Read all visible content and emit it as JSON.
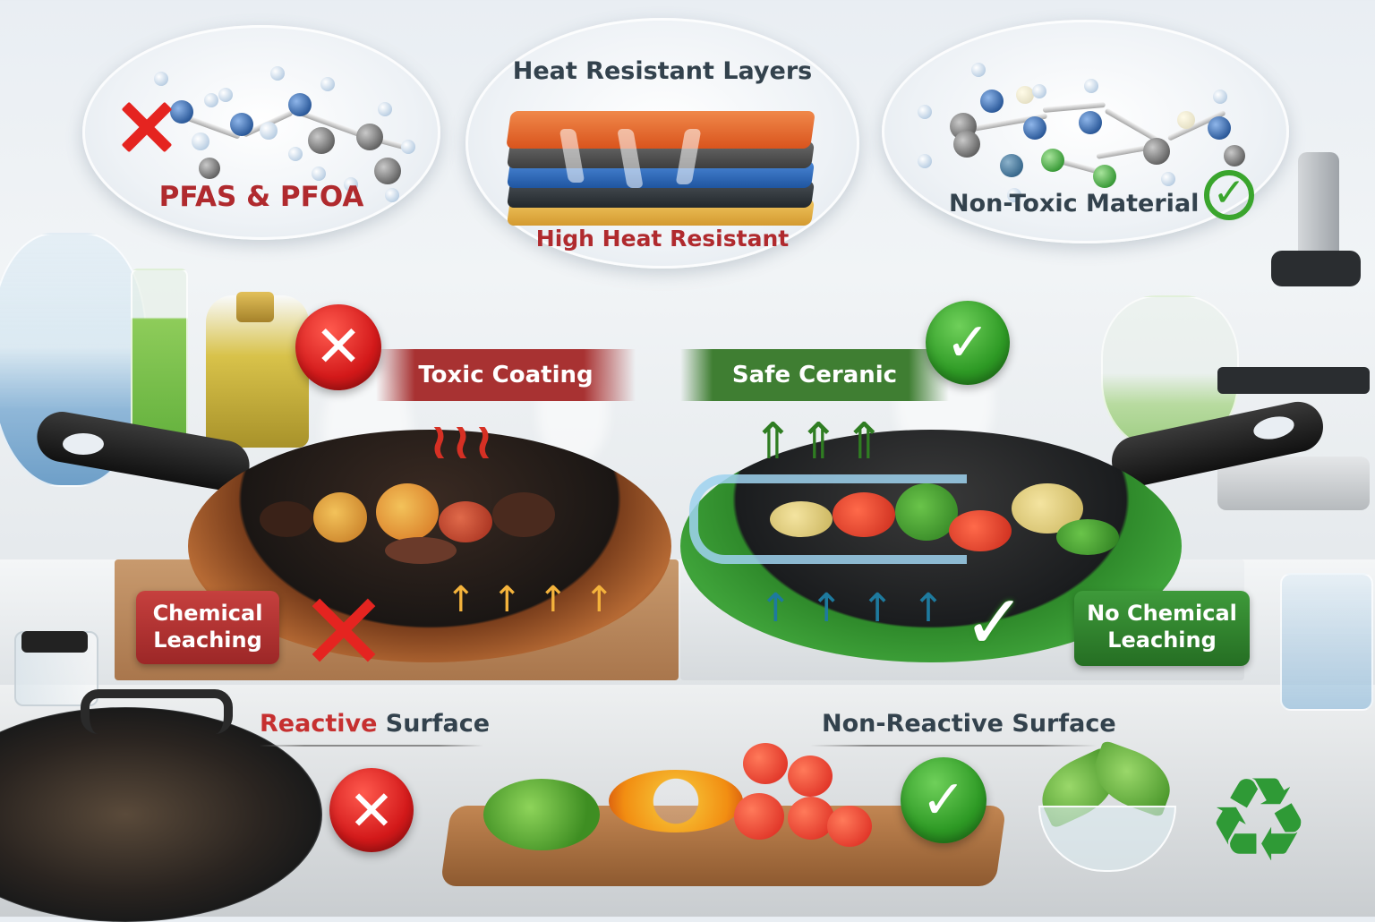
{
  "top_panels": {
    "left": {
      "label": "PFAS & PFOA",
      "icon": "x-mark-icon",
      "color": "#b02a2e"
    },
    "center": {
      "title": "Heat Resistant Layers",
      "subtitle": "High Heat Resistant",
      "layer_colors": [
        "#e8692e",
        "#4a4a4a",
        "#2f6cc0",
        "#333a40",
        "#e9b44a"
      ]
    },
    "right": {
      "label": "Non-Toxic Material",
      "icon": "check-mark-icon",
      "color": "#33424d"
    }
  },
  "left_pan": {
    "banner": "Toxic Coating",
    "badge": "✕",
    "callout": "Chemical\nLeaching",
    "callout_line1": "Chemical",
    "callout_line2": "Leaching",
    "banner_color": "#a83232"
  },
  "right_pan": {
    "banner": "Safe Ceranic",
    "badge": "✓",
    "callout_line1": "No Chemical",
    "callout_line2": "Leaching",
    "banner_color": "#3f7e32"
  },
  "bottom": {
    "left_label_part1": "Reactive",
    "left_label_part2": " Surface",
    "left_badge": "✕",
    "right_label": "Non-Reactive Surface",
    "right_badge": "✓",
    "recycle_icon": "♻"
  },
  "colors": {
    "bad": "#d3191a",
    "good": "#2e9a25",
    "text_dark": "#33424d",
    "text_red": "#b02a2e"
  }
}
